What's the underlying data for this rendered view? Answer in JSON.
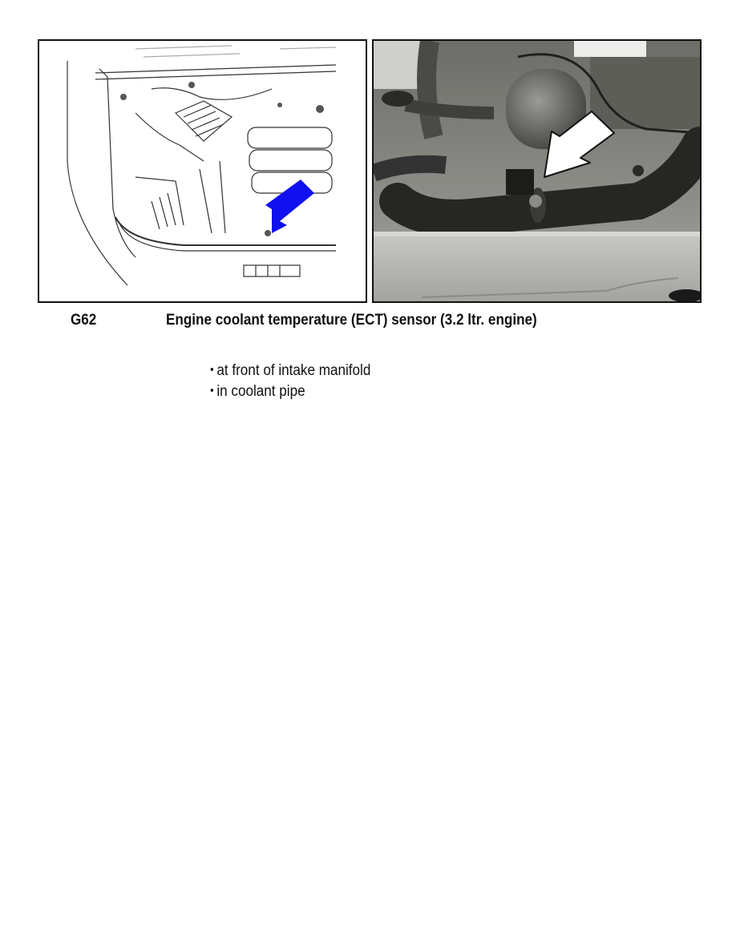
{
  "figures": {
    "left": {
      "type": "line-drawing",
      "subject": "engine bay overview",
      "arrow_color": "#1010f0",
      "arrow_direction": "down-left"
    },
    "right": {
      "type": "photo",
      "subject": "coolant pipe with sensor",
      "arrow_color": "#ffffff",
      "arrow_direction": "down-left"
    }
  },
  "caption": {
    "code": "G62",
    "title": "Engine coolant temperature (ECT) sensor (3.2 ltr. engine)"
  },
  "bullets": [
    "at front of intake manifold",
    "in coolant pipe"
  ]
}
